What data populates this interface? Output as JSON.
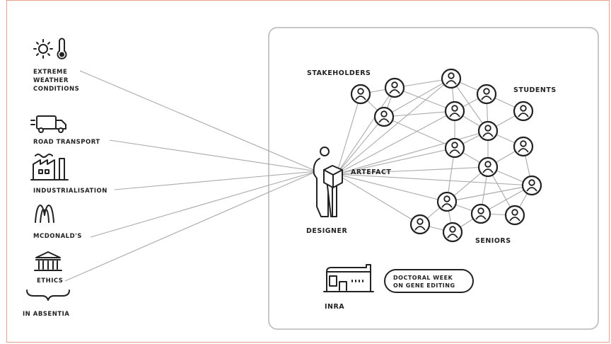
{
  "influences": [
    {
      "id": "weather",
      "lines": [
        "EXTREME",
        "WEATHER",
        "CONDITIONS"
      ],
      "icon": "sun-thermometer-icon"
    },
    {
      "id": "transport",
      "lines": [
        "ROAD TRANSPORT"
      ],
      "icon": "truck-icon"
    },
    {
      "id": "industry",
      "lines": [
        "INDUSTRIALISATION"
      ],
      "icon": "factory-icon"
    },
    {
      "id": "mcdonalds",
      "lines": [
        "MCDONALD'S"
      ],
      "icon": "mcdonalds-logo-icon"
    },
    {
      "id": "ethics",
      "lines": [
        "ETHICS"
      ],
      "icon": "classical-building-icon"
    }
  ],
  "in_absentia": "IN ABSENTIA",
  "labels": {
    "stakeholders": "STAKEHOLDERS",
    "students": "STUDENTS",
    "artefact": "ARTEFACT",
    "designer": "DESIGNER",
    "seniors": "SENIORS",
    "inra": "INRA",
    "bubble_line1": "DOCTORAL WEEK",
    "bubble_line2": "ON GENE EDITING"
  },
  "colors": {
    "line": "#aaaaaa",
    "ink": "#222222",
    "frame_border": "#e8a08a",
    "panel_border": "#b5b5b5"
  }
}
